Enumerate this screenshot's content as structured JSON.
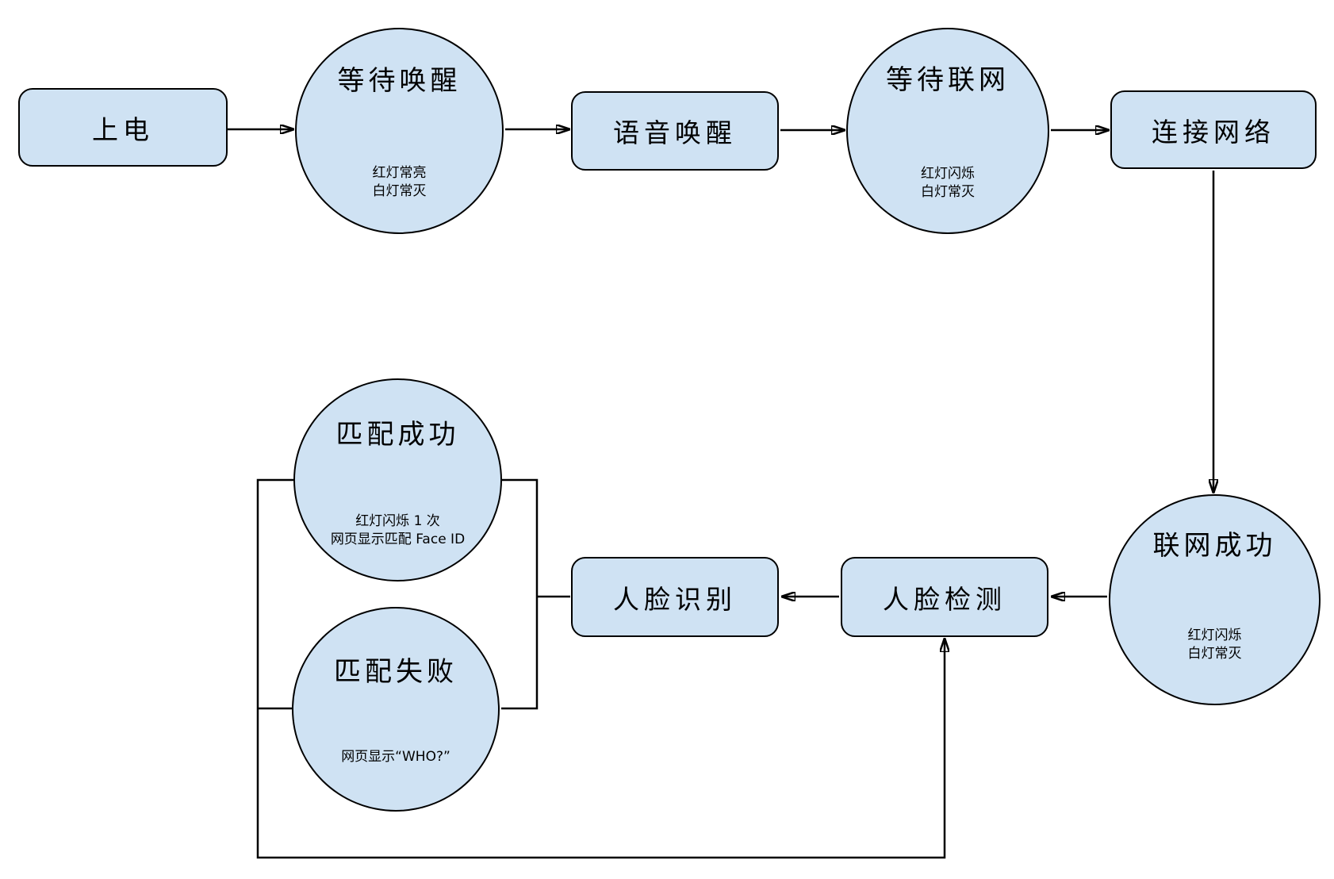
{
  "colors": {
    "node_fill": "#cfe2f3",
    "node_border": "#000000",
    "line": "#000000",
    "background": "#ffffff"
  },
  "nodes": {
    "power_on": {
      "label": "上电"
    },
    "wait_wake": {
      "title": "等待唤醒",
      "sub1": "红灯常亮",
      "sub2": "白灯常灭"
    },
    "voice_wake": {
      "label": "语音唤醒"
    },
    "wait_network": {
      "title": "等待联网",
      "sub1": "红灯闪烁",
      "sub2": "白灯常灭"
    },
    "connect_network": {
      "label": "连接网络"
    },
    "network_success": {
      "title": "联网成功",
      "sub1": "红灯闪烁",
      "sub2": "白灯常灭"
    },
    "face_detect": {
      "label": "人脸检测"
    },
    "face_recognize": {
      "label": "人脸识别"
    },
    "match_success": {
      "title": "匹配成功",
      "sub1": "红灯闪烁 1 次",
      "sub2": "网页显示匹配 Face ID"
    },
    "match_fail": {
      "title": "匹配失败",
      "sub1": "网页显示“WHO?”"
    }
  }
}
